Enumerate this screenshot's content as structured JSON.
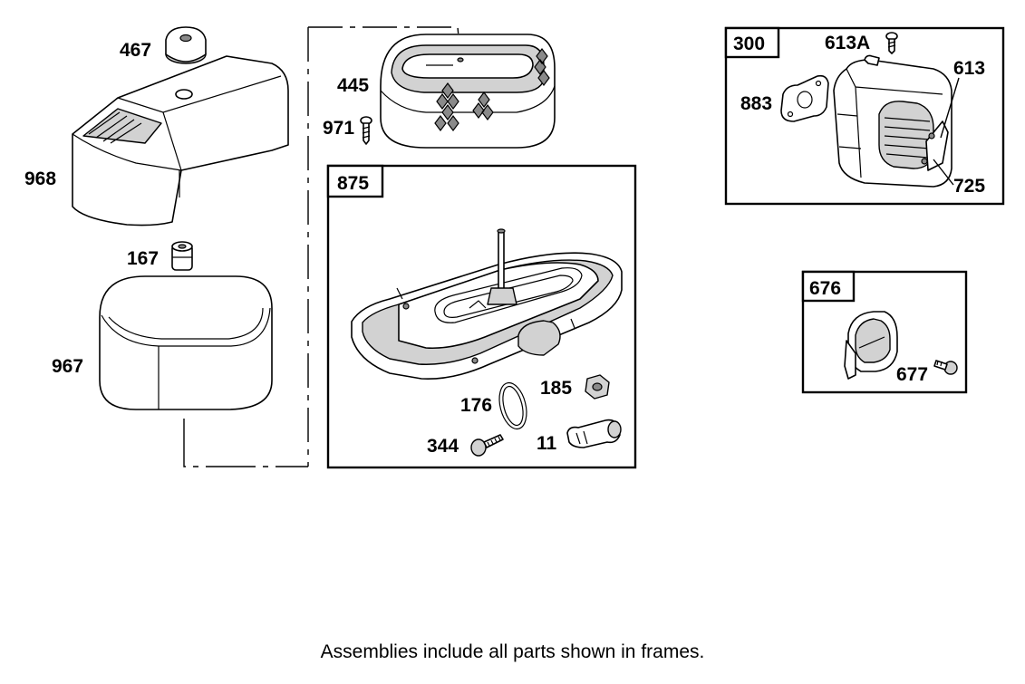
{
  "parts": {
    "p467": "467",
    "p968": "968",
    "p167": "167",
    "p967": "967",
    "p445": "445",
    "p971": "971",
    "p176": "176",
    "p185": "185",
    "p344": "344",
    "p11": "11",
    "p883": "883",
    "p613a": "613A",
    "p613": "613",
    "p725": "725",
    "p677": "677"
  },
  "frames": {
    "f875": "875",
    "f300": "300",
    "f676": "676"
  },
  "footer": "Assemblies include all parts shown in frames."
}
